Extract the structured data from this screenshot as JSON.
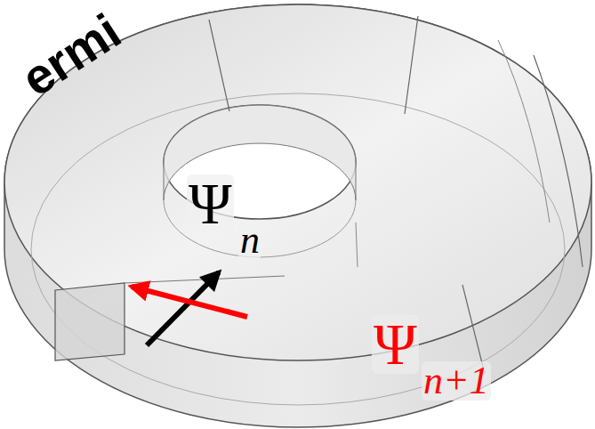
{
  "diagram": {
    "labels": [
      "ermi",
      "Ψ",
      "n",
      "Ψ",
      "n+1"
    ]
  }
}
